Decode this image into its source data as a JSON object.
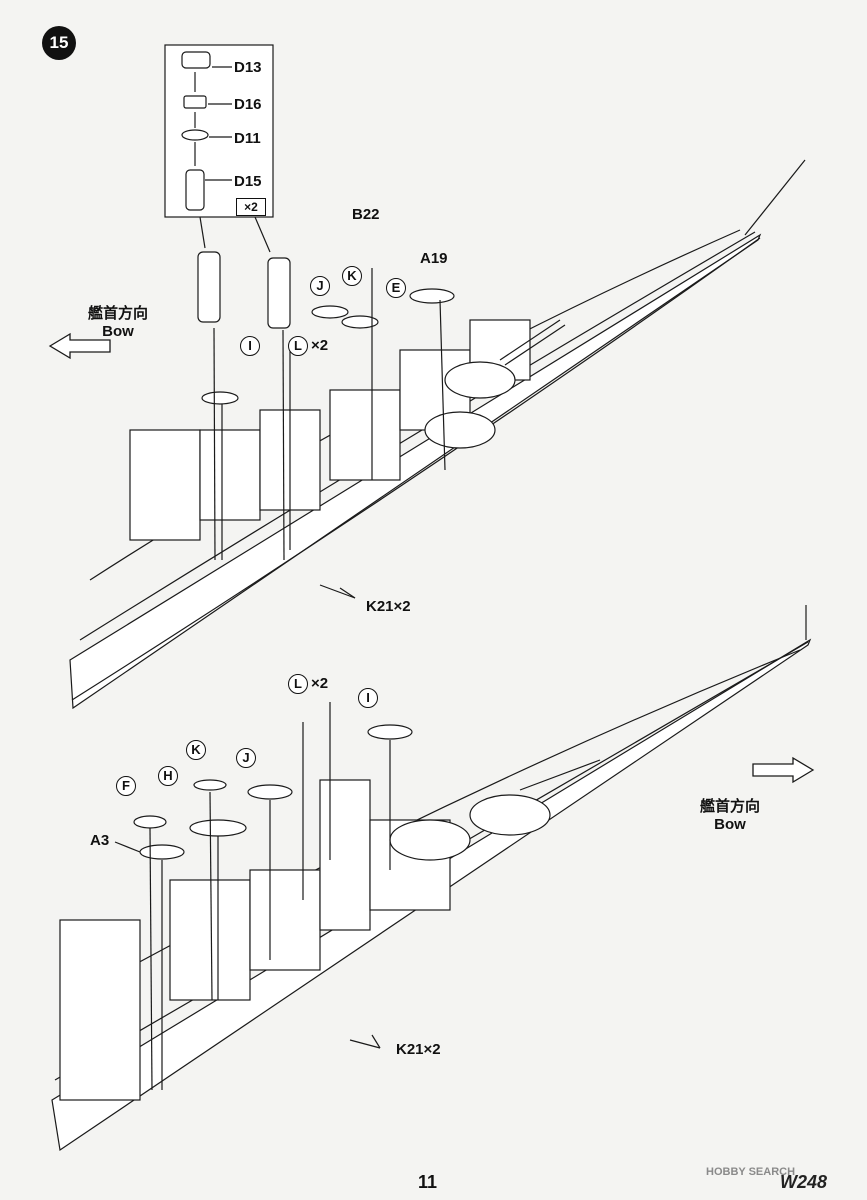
{
  "step": "15",
  "inset": {
    "parts": [
      "D13",
      "D16",
      "D11",
      "D15"
    ],
    "multiplier": "×2"
  },
  "top_view": {
    "bow_jp": "艦首方向",
    "bow_en": "Bow",
    "labels": {
      "b22": "B22",
      "a19": "A19",
      "j": "J",
      "k": "K",
      "e": "E",
      "i": "I",
      "l": "L",
      "l_mult": "×2",
      "k21": "K21×2"
    }
  },
  "bottom_view": {
    "bow_jp": "艦首方向",
    "bow_en": "Bow",
    "labels": {
      "l": "L",
      "l_mult": "×2",
      "i": "I",
      "k": "K",
      "j": "J",
      "f": "F",
      "h": "H",
      "a3": "A3",
      "k21": "K21×2"
    }
  },
  "footer": {
    "page_number": "11",
    "watermark": "HOBBY SEARCH",
    "product_code": "W248"
  }
}
